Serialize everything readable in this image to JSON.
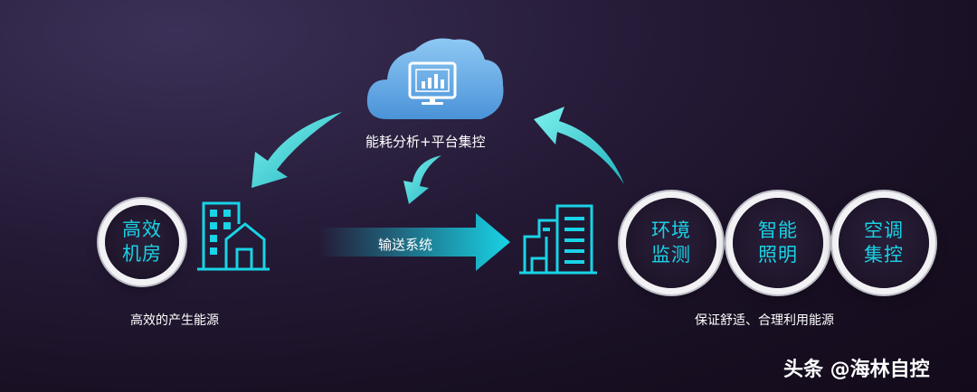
{
  "cloud": {
    "label": "能耗分析+平台集控"
  },
  "left": {
    "circle": {
      "line1": "高效",
      "line2": "机房"
    },
    "caption": "高效的产生能源"
  },
  "transfer": {
    "label": "输送系统"
  },
  "right": {
    "circles": [
      {
        "line1": "环境",
        "line2": "监测"
      },
      {
        "line1": "智能",
        "line2": "照明"
      },
      {
        "line1": "空调",
        "line2": "集控"
      }
    ],
    "caption": "保证舒适、合理利用能源"
  },
  "watermark": "头条 @海林自控",
  "colors": {
    "accent": "#19d3e6",
    "cloud": "#5aa9e6",
    "background": "#1c1328"
  }
}
